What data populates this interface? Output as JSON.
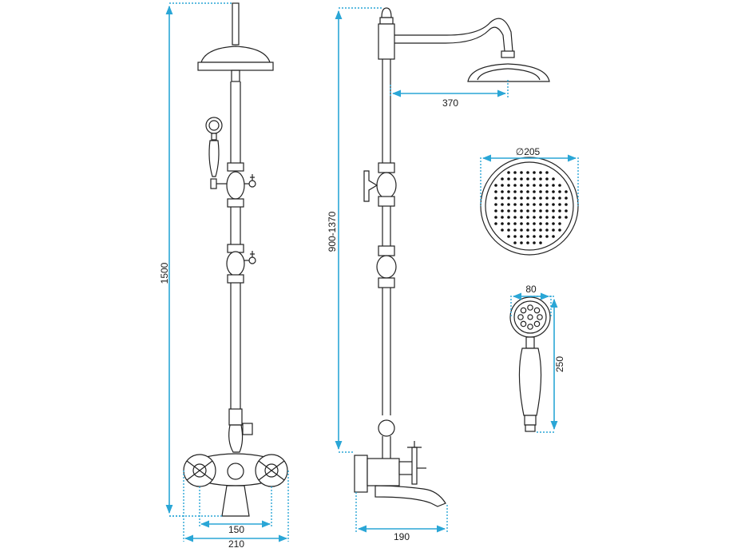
{
  "labels": {
    "height_total": "1500",
    "height_range": "900-1370",
    "arm_length": "370",
    "head_diameter": "∅205",
    "hand_width": "80",
    "hand_length": "250",
    "valve_centers": "150",
    "valve_width": "210",
    "spout_length": "190"
  },
  "colors": {
    "dimension": "#2aa6d6",
    "outline": "#222222"
  }
}
